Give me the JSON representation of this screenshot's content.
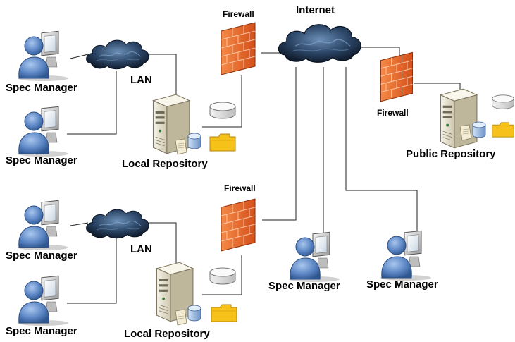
{
  "labels": {
    "internet": "Internet",
    "lan": "LAN",
    "firewall": "Firewall",
    "spec_manager": "Spec Manager",
    "local_repository": "Local Repository",
    "public_repository": "Public Repository"
  },
  "colors": {
    "user_blue": "#5b86c4",
    "firewall_orange": "#ef6a2a",
    "cloud_dark": "#1d2f45",
    "server_cream": "#e9e4d4",
    "folder_yellow": "#f6c21a",
    "link": "#222222"
  }
}
